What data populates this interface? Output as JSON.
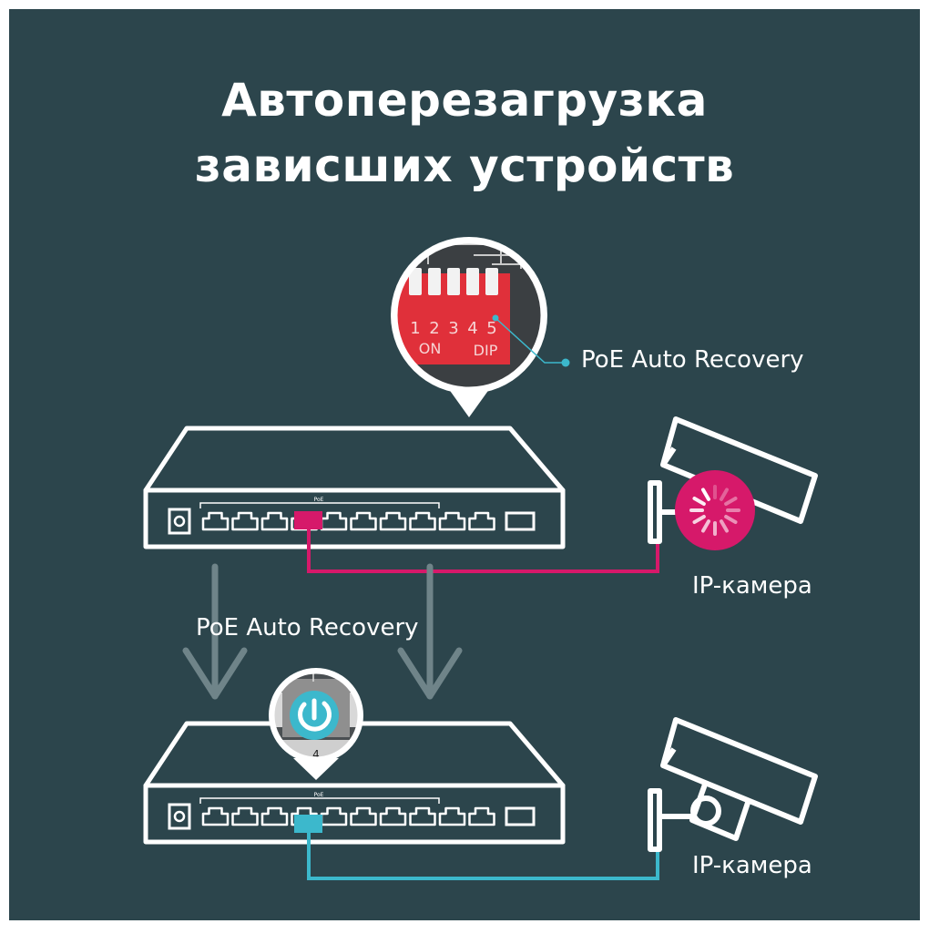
{
  "title": {
    "line1": "Автоперезагрузка",
    "line2": "зависших устройств"
  },
  "labels": {
    "poe_auto_recovery_top": "PoE Auto Recovery",
    "poe_auto_recovery_mid": "PoE Auto Recovery",
    "ip_camera_top": "IP-камера",
    "ip_camera_bottom": "IP-камера"
  },
  "dip_switch": {
    "numbers": [
      "1",
      "2",
      "3",
      "4",
      "5"
    ],
    "on_label": "ON",
    "dip_label": "DIP"
  },
  "switch_panel": {
    "poe_marker": "PoE",
    "port_number": "4"
  },
  "colors": {
    "background": "#2c454c",
    "line": "#ffffff",
    "frozen_accent": "#d6196a",
    "recovered_accent": "#3cb8cc",
    "dip_red": "#e0303a",
    "arrow": "#6f8489"
  },
  "icons": [
    "dip-switch-zoom",
    "network-switch-icon",
    "ip-camera-icon",
    "loading-spinner-icon",
    "power-restart-icon",
    "down-arrow-icon"
  ]
}
